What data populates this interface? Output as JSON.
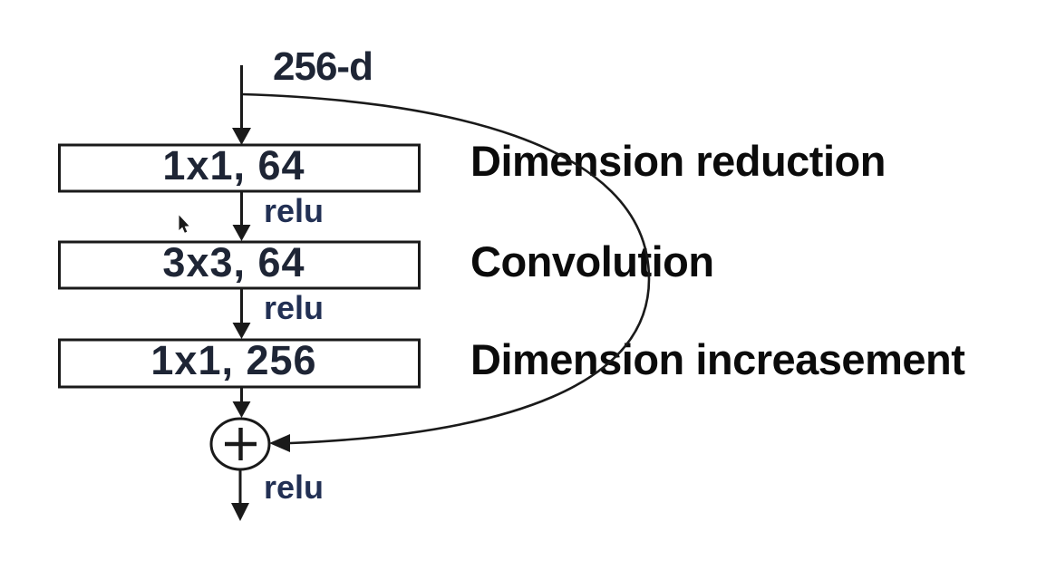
{
  "diagram": {
    "input_dim_label": "256-d",
    "relu_label": "relu",
    "layers": [
      {
        "label": "1x1, 64",
        "annotation": "Dimension reduction"
      },
      {
        "label": "3x3, 64",
        "annotation": "Convolution"
      },
      {
        "label": "1x1, 256",
        "annotation": "Dimension increasement"
      }
    ],
    "icons": {
      "sum_icon": "plus-in-circle",
      "cursor_icon": "arrow-pointer"
    },
    "colors": {
      "stroke": "#1a1a1a",
      "box_text": "#1e2535",
      "relu_text": "#223054",
      "annotation_text": "#0b0b0b",
      "background": "#ffffff"
    }
  }
}
